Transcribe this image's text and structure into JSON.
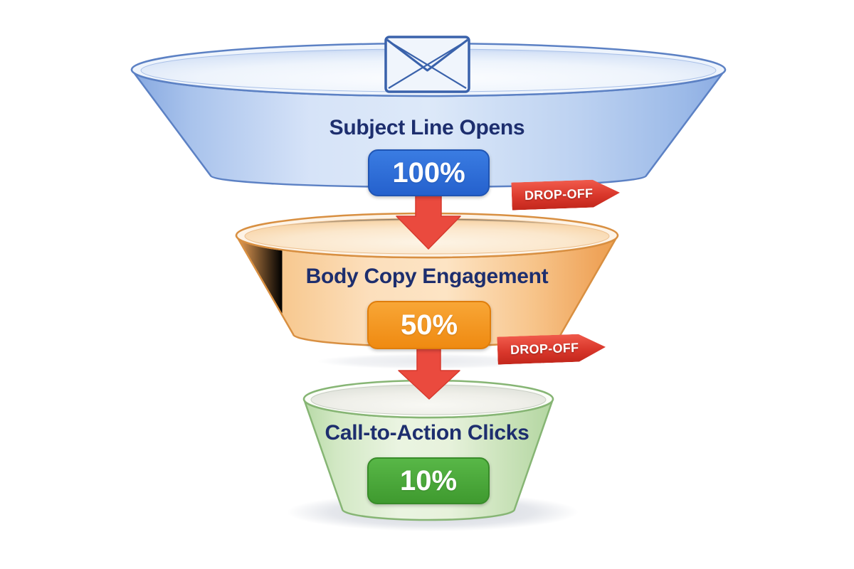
{
  "chart_data": {
    "type": "funnel",
    "title": "",
    "stages": [
      {
        "label": "Subject Line Opens",
        "value": 100,
        "value_label": "100%",
        "badge_color": "#2d6ed7",
        "funnel_color": "#b5cdf1",
        "icon": "envelope-icon"
      },
      {
        "label": "Body Copy Engagement",
        "value": 50,
        "value_label": "50%",
        "badge_color": "#f59420",
        "funnel_color": "#f9cf9f",
        "icon": ""
      },
      {
        "label": "Call-to-Action Clicks",
        "value": 10,
        "value_label": "10%",
        "badge_color": "#4ba93a",
        "funnel_color": "#d6eac9",
        "icon": ""
      }
    ],
    "dropoff_labels": [
      "DROP-OFF",
      "DROP-OFF"
    ],
    "dropoff_color": "#da382c",
    "down_arrow_color": "#ea4a3e",
    "label_text_color": "#1d2e6e",
    "value_text_color": "#ffffff",
    "background_color": "#ffffff"
  }
}
